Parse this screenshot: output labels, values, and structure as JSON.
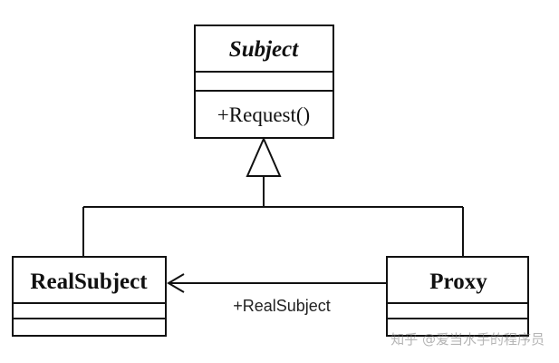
{
  "subject": {
    "name": "Subject",
    "operation": "+Request()"
  },
  "real_subject": {
    "name": "RealSubject"
  },
  "proxy": {
    "name": "Proxy"
  },
  "association": {
    "label": "+RealSubject"
  },
  "watermark": {
    "text": "知乎 @爱当水手的程序员"
  }
}
